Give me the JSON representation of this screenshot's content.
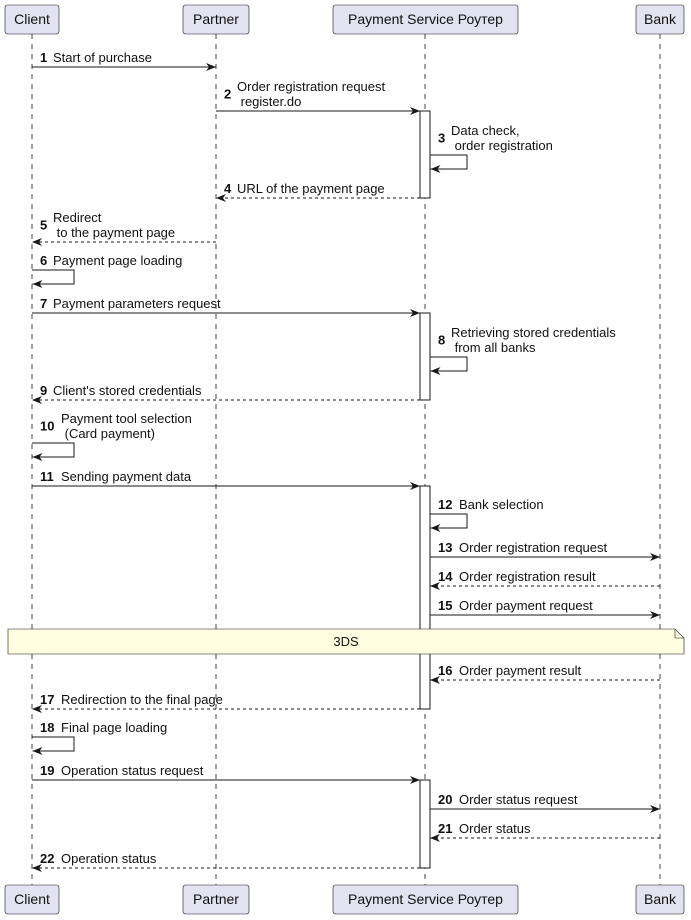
{
  "diagram": {
    "type": "sequence",
    "participants": [
      {
        "id": "client",
        "label": "Client"
      },
      {
        "id": "partner",
        "label": "Partner"
      },
      {
        "id": "pspr",
        "label": "Payment Service Роутер"
      },
      {
        "id": "bank",
        "label": "Bank"
      }
    ],
    "messages": [
      {
        "n": "1",
        "from": "client",
        "to": "partner",
        "style": "solid",
        "lines": [
          "Start of purchase"
        ]
      },
      {
        "n": "2",
        "from": "partner",
        "to": "pspr",
        "style": "solid",
        "lines": [
          "Order registration request",
          " register.do"
        ]
      },
      {
        "n": "3",
        "from": "pspr",
        "to": "pspr",
        "style": "self",
        "lines": [
          "Data check,",
          " order registration"
        ]
      },
      {
        "n": "4",
        "from": "pspr",
        "to": "partner",
        "style": "dashed",
        "lines": [
          "URL of the payment page"
        ]
      },
      {
        "n": "5",
        "from": "partner",
        "to": "client",
        "style": "dashed",
        "lines": [
          "Redirect",
          " to the payment page"
        ]
      },
      {
        "n": "6",
        "from": "client",
        "to": "client",
        "style": "self",
        "lines": [
          "Payment page loading"
        ]
      },
      {
        "n": "7",
        "from": "client",
        "to": "pspr",
        "style": "solid",
        "lines": [
          "Payment parameters request"
        ]
      },
      {
        "n": "8",
        "from": "pspr",
        "to": "pspr",
        "style": "self",
        "lines": [
          "Retrieving stored credentials",
          " from all banks"
        ]
      },
      {
        "n": "9",
        "from": "pspr",
        "to": "client",
        "style": "dashed",
        "lines": [
          "Client's stored credentials"
        ]
      },
      {
        "n": "10",
        "from": "client",
        "to": "client",
        "style": "self",
        "lines": [
          "Payment tool selection",
          " (Card payment)"
        ]
      },
      {
        "n": "11",
        "from": "client",
        "to": "pspr",
        "style": "solid",
        "lines": [
          "Sending payment data"
        ]
      },
      {
        "n": "12",
        "from": "pspr",
        "to": "pspr",
        "style": "self",
        "lines": [
          "Bank selection"
        ]
      },
      {
        "n": "13",
        "from": "pspr",
        "to": "bank",
        "style": "solid",
        "lines": [
          "Order registration request"
        ]
      },
      {
        "n": "14",
        "from": "bank",
        "to": "pspr",
        "style": "dashed",
        "lines": [
          "Order registration result"
        ]
      },
      {
        "n": "15",
        "from": "pspr",
        "to": "bank",
        "style": "solid",
        "lines": [
          "Order payment request"
        ]
      },
      {
        "n": "16",
        "from": "bank",
        "to": "pspr",
        "style": "dashed",
        "lines": [
          "Order payment result"
        ]
      },
      {
        "n": "17",
        "from": "pspr",
        "to": "client",
        "style": "dashed",
        "lines": [
          "Redirection to the final page"
        ]
      },
      {
        "n": "18",
        "from": "client",
        "to": "client",
        "style": "self",
        "lines": [
          "Final page loading"
        ]
      },
      {
        "n": "19",
        "from": "client",
        "to": "pspr",
        "style": "solid",
        "lines": [
          "Operation status request"
        ]
      },
      {
        "n": "20",
        "from": "pspr",
        "to": "bank",
        "style": "solid",
        "lines": [
          "Order status request"
        ]
      },
      {
        "n": "21",
        "from": "bank",
        "to": "pspr",
        "style": "dashed",
        "lines": [
          "Order status"
        ]
      },
      {
        "n": "22",
        "from": "pspr",
        "to": "client",
        "style": "dashed",
        "lines": [
          "Operation status"
        ]
      }
    ],
    "note": {
      "text": "3DS",
      "after_message": "15",
      "spans": "all"
    },
    "activations": [
      {
        "participant": "pspr",
        "from": "2",
        "to": "4"
      },
      {
        "participant": "pspr",
        "from": "7",
        "to": "9"
      },
      {
        "participant": "pspr",
        "from": "11",
        "to": "17"
      },
      {
        "participant": "pspr",
        "from": "19",
        "to": "22"
      }
    ],
    "colors": {
      "participant_fill": "#e2e2f0",
      "participant_border": "#181818",
      "lifeline": "#181818",
      "activation_fill": "#ffffff",
      "note_fill": "#fefee0",
      "note_border": "#181818",
      "arrow": "#181818"
    }
  }
}
